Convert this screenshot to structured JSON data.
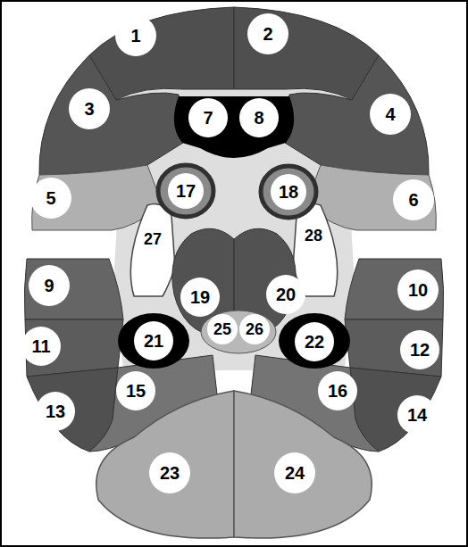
{
  "diagram": {
    "nodes": [
      {
        "text": [
          "1"
        ]
      },
      {
        "text": [
          "2"
        ]
      },
      {
        "text": [
          "3"
        ]
      },
      {
        "text": [
          "4"
        ]
      },
      {
        "text": [
          "5"
        ]
      },
      {
        "text": [
          "6"
        ]
      },
      {
        "text": [
          "7"
        ]
      },
      {
        "text": [
          "8"
        ]
      },
      {
        "text": [
          "9"
        ]
      },
      {
        "text": [
          "10"
        ]
      },
      {
        "text": [
          "11"
        ]
      },
      {
        "text": [
          "12"
        ]
      },
      {
        "text": [
          "13"
        ]
      },
      {
        "text": [
          "14"
        ]
      },
      {
        "text": [
          "15"
        ]
      },
      {
        "text": [
          "16"
        ]
      },
      {
        "text": [
          "17"
        ]
      },
      {
        "text": [
          "18"
        ]
      },
      {
        "text": [
          "19"
        ]
      },
      {
        "text": [
          "20"
        ]
      },
      {
        "text": [
          "21"
        ]
      },
      {
        "text": [
          "22"
        ]
      },
      {
        "text": [
          "23"
        ]
      },
      {
        "text": [
          "24"
        ]
      },
      {
        "text": [
          "25"
        ]
      },
      {
        "text": [
          "26"
        ]
      },
      {
        "text": [
          "27"
        ]
      },
      {
        "text": [
          "28"
        ]
      }
    ]
  }
}
